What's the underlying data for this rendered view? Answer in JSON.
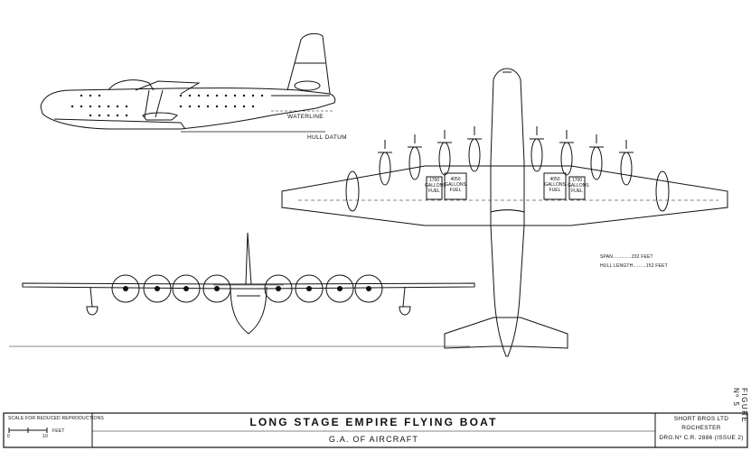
{
  "drawing": {
    "title": "LONG STAGE EMPIRE FLYING BOAT",
    "subtitle": "G.A. OF AIRCRAFT",
    "company": "SHORT BROS LTD",
    "location": "ROCHESTER",
    "drawing_number": "DRG.Nº C.R. 2886 (ISSUE 2)",
    "figure": "FIGURE Nº 5",
    "scale_note": "SCALE FOR REDUCED REPRODUCTIONS",
    "scale_unit": "FEET",
    "scale_ticks": [
      "0",
      "10"
    ]
  },
  "side_view": {
    "waterline": "WATERLINE",
    "hull_datum": "HULL DATUM"
  },
  "plan_view": {
    "fuel_labels": [
      "1700 GALLONS FUEL",
      "4050 GALLONS FUEL",
      "4050 GALLONS FUEL",
      "1700 GALLONS FUEL"
    ]
  },
  "dimensions": {
    "span": "SPAN.............232 FEET",
    "hull_length": "HULL LENGTH.........152 FEET"
  },
  "colors": {
    "ink": "#111111",
    "paper": "#ffffff"
  }
}
